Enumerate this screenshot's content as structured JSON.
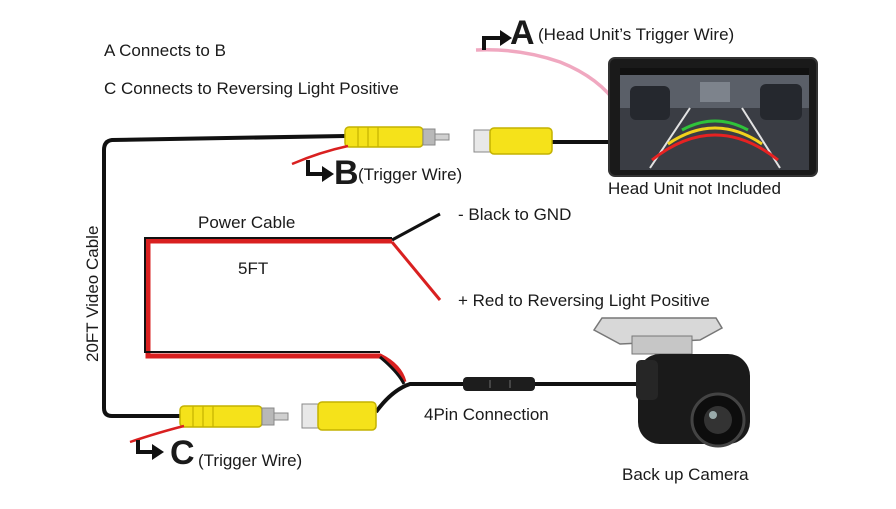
{
  "notes": {
    "line1": "A Connects to B",
    "line2": "C Connects to Reversing Light Positive"
  },
  "labels": {
    "a_letter": "A",
    "a_text": "(Head Unit’s Trigger Wire)",
    "b_letter": "B",
    "b_text": "(Trigger Wire)",
    "c_letter": "C",
    "c_text": "(Trigger Wire)",
    "head_unit": "Head Unit not Included",
    "power_cable": "Power Cable",
    "power_length": "5FT",
    "black_gnd": "- Black to GND",
    "red_positive": "+ Red to Reversing Light Positive",
    "video_cable": "20FT Video Cable",
    "four_pin": "4Pin Connection",
    "camera": "Back up Camera"
  },
  "colors": {
    "black_wire": "#111111",
    "red_wire": "#d92020",
    "pink_wire": "#f0a8c0",
    "rca_yellow": "#f5e21a",
    "rca_metal": "#c8c8c8"
  }
}
